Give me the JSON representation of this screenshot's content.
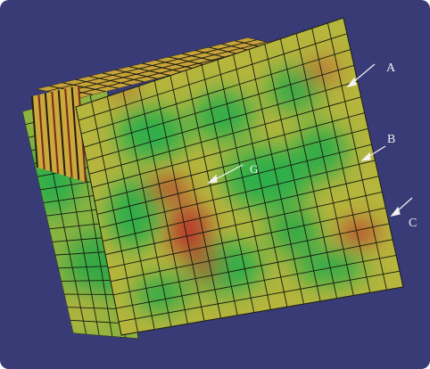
{
  "figure": {
    "background_color": "#3c3f7a",
    "colors": {
      "low": "#2fae4a",
      "mid": "#b9b43c",
      "high": "#b8382b",
      "mesh_line": "#161a10",
      "label": "#f2f2f2"
    },
    "labels": {
      "a": "A",
      "b": "B",
      "c": "C",
      "g": "G"
    },
    "description_icons": [
      "arrow-icon"
    ]
  }
}
